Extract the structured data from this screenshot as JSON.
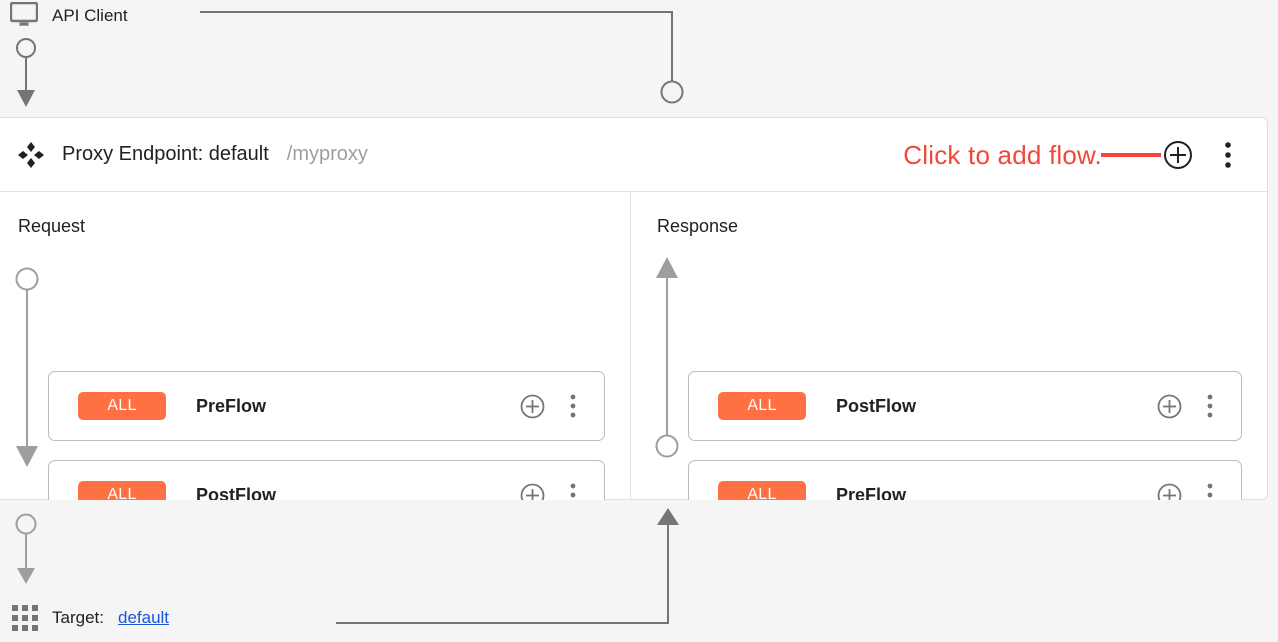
{
  "client": {
    "label": "API Client",
    "icon": "monitor-icon"
  },
  "proxy": {
    "icon": "drag-handle-icon",
    "title": "Proxy Endpoint: default",
    "basepath": "/myproxy",
    "add_flow_icon": "circle-plus-icon",
    "menu_icon": "more-vertical-icon"
  },
  "annotation": {
    "text": "Click to add flow.",
    "color": "#f4473b"
  },
  "colors": {
    "badge": "#ff7043",
    "link": "#1a56d6",
    "panel": "#ffffff",
    "canvas": "#f5f5f5",
    "connector": "#757575",
    "card_border": "#bdbdbd"
  },
  "columns": [
    {
      "name": "request",
      "title": "Request",
      "direction": "down",
      "flows": [
        {
          "badge": "ALL",
          "name": "PreFlow",
          "add_icon": "circle-plus-icon",
          "menu_icon": "more-vertical-icon"
        },
        {
          "badge": "ALL",
          "name": "PostFlow",
          "add_icon": "circle-plus-icon",
          "menu_icon": "more-vertical-icon"
        }
      ]
    },
    {
      "name": "response",
      "title": "Response",
      "direction": "up",
      "flows": [
        {
          "badge": "ALL",
          "name": "PostFlow",
          "add_icon": "circle-plus-icon",
          "menu_icon": "more-vertical-icon"
        },
        {
          "badge": "ALL",
          "name": "PreFlow",
          "add_icon": "circle-plus-icon",
          "menu_icon": "more-vertical-icon"
        }
      ]
    }
  ],
  "target": {
    "icon": "apps-grid-icon",
    "label": "Target:",
    "value": "default"
  }
}
